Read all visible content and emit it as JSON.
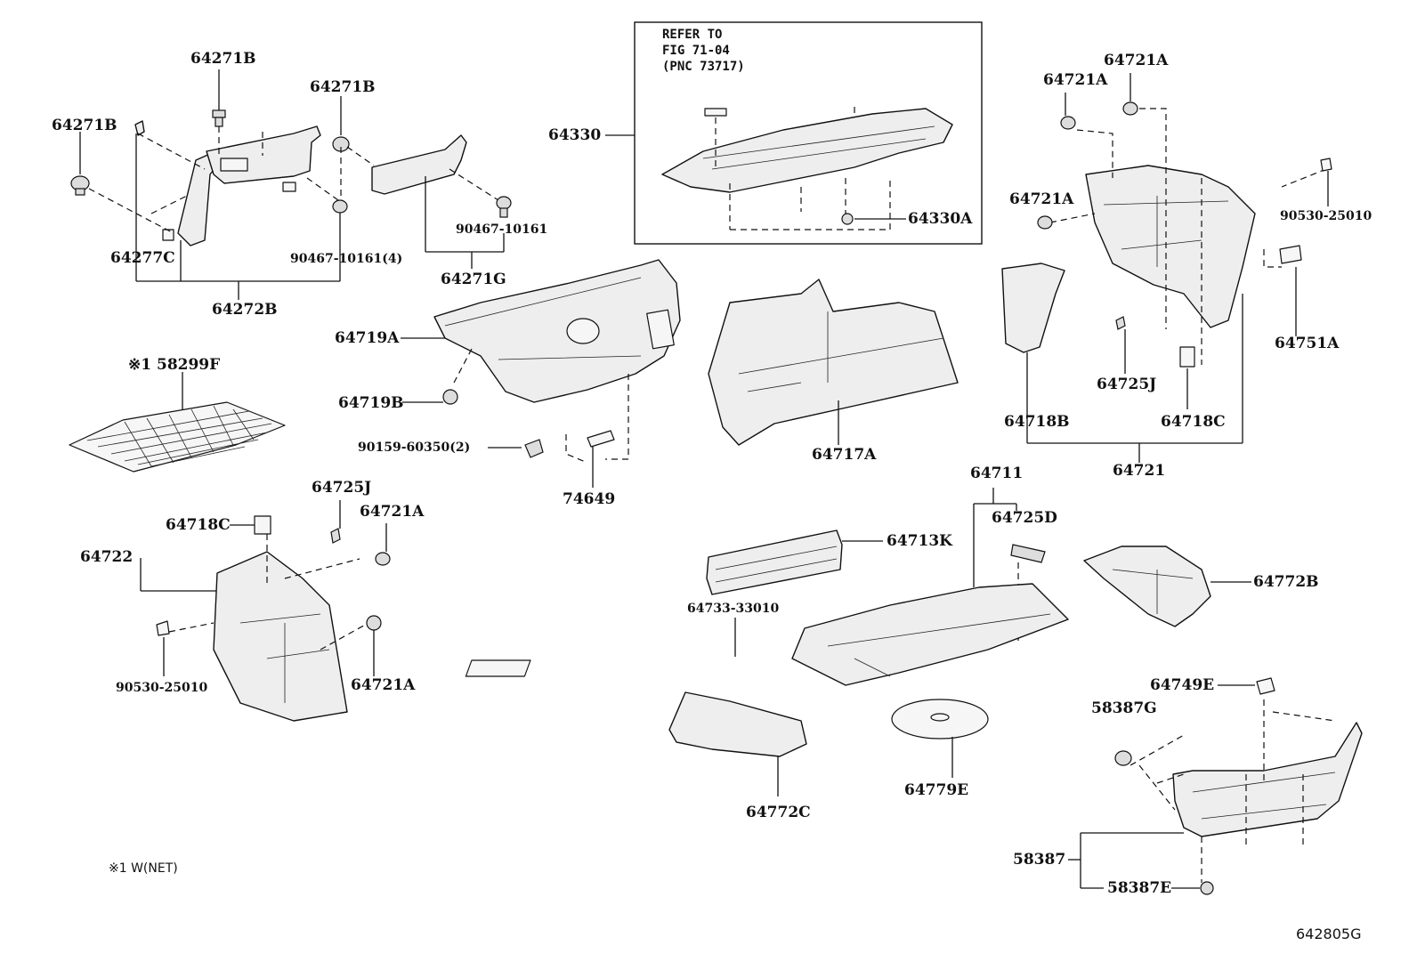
{
  "diagram": {
    "figure_id": "642805G",
    "note": "※1 W(NET)",
    "refer_box": {
      "line1": "REFER TO",
      "line2": "FIG 71-04",
      "line3": "(PNC 73717)"
    },
    "labels": {
      "p64271B_a": "64271B",
      "p64271B_b": "64271B",
      "p64271B_c": "64271B",
      "p64277C": "64277C",
      "p90467_4": "90467-10161(4)",
      "p64272B": "64272B",
      "p90467": "90467-10161",
      "p64271G": "64271G",
      "p64330": "64330",
      "p64330A": "64330A",
      "p58299F": "※1 58299F",
      "p64719A": "64719A",
      "p64719B": "64719B",
      "p90159": "90159-60350(2)",
      "p74649": "74649",
      "p64717A": "64717A",
      "p64721A_a": "64721A",
      "p64721A_b": "64721A",
      "p64721A_c": "64721A",
      "p90530_a": "90530-25010",
      "p64751A": "64751A",
      "p64725J_a": "64725J",
      "p64718B": "64718B",
      "p64718C_a": "64718C",
      "p64721": "64721",
      "p64725J_b": "64725J",
      "p64721A_d": "64721A",
      "p64718C_b": "64718C",
      "p64722": "64722",
      "p90530_b": "90530-25010",
      "p64721A_e": "64721A",
      "p64711": "64711",
      "p64725D": "64725D",
      "p64713K": "64713K",
      "p64733": "64733-33010",
      "p64772B": "64772B",
      "p64772C": "64772C",
      "p64779E": "64779E",
      "p64749E": "64749E",
      "p58387G": "58387G",
      "p58387": "58387",
      "p58387E": "58387E"
    }
  }
}
